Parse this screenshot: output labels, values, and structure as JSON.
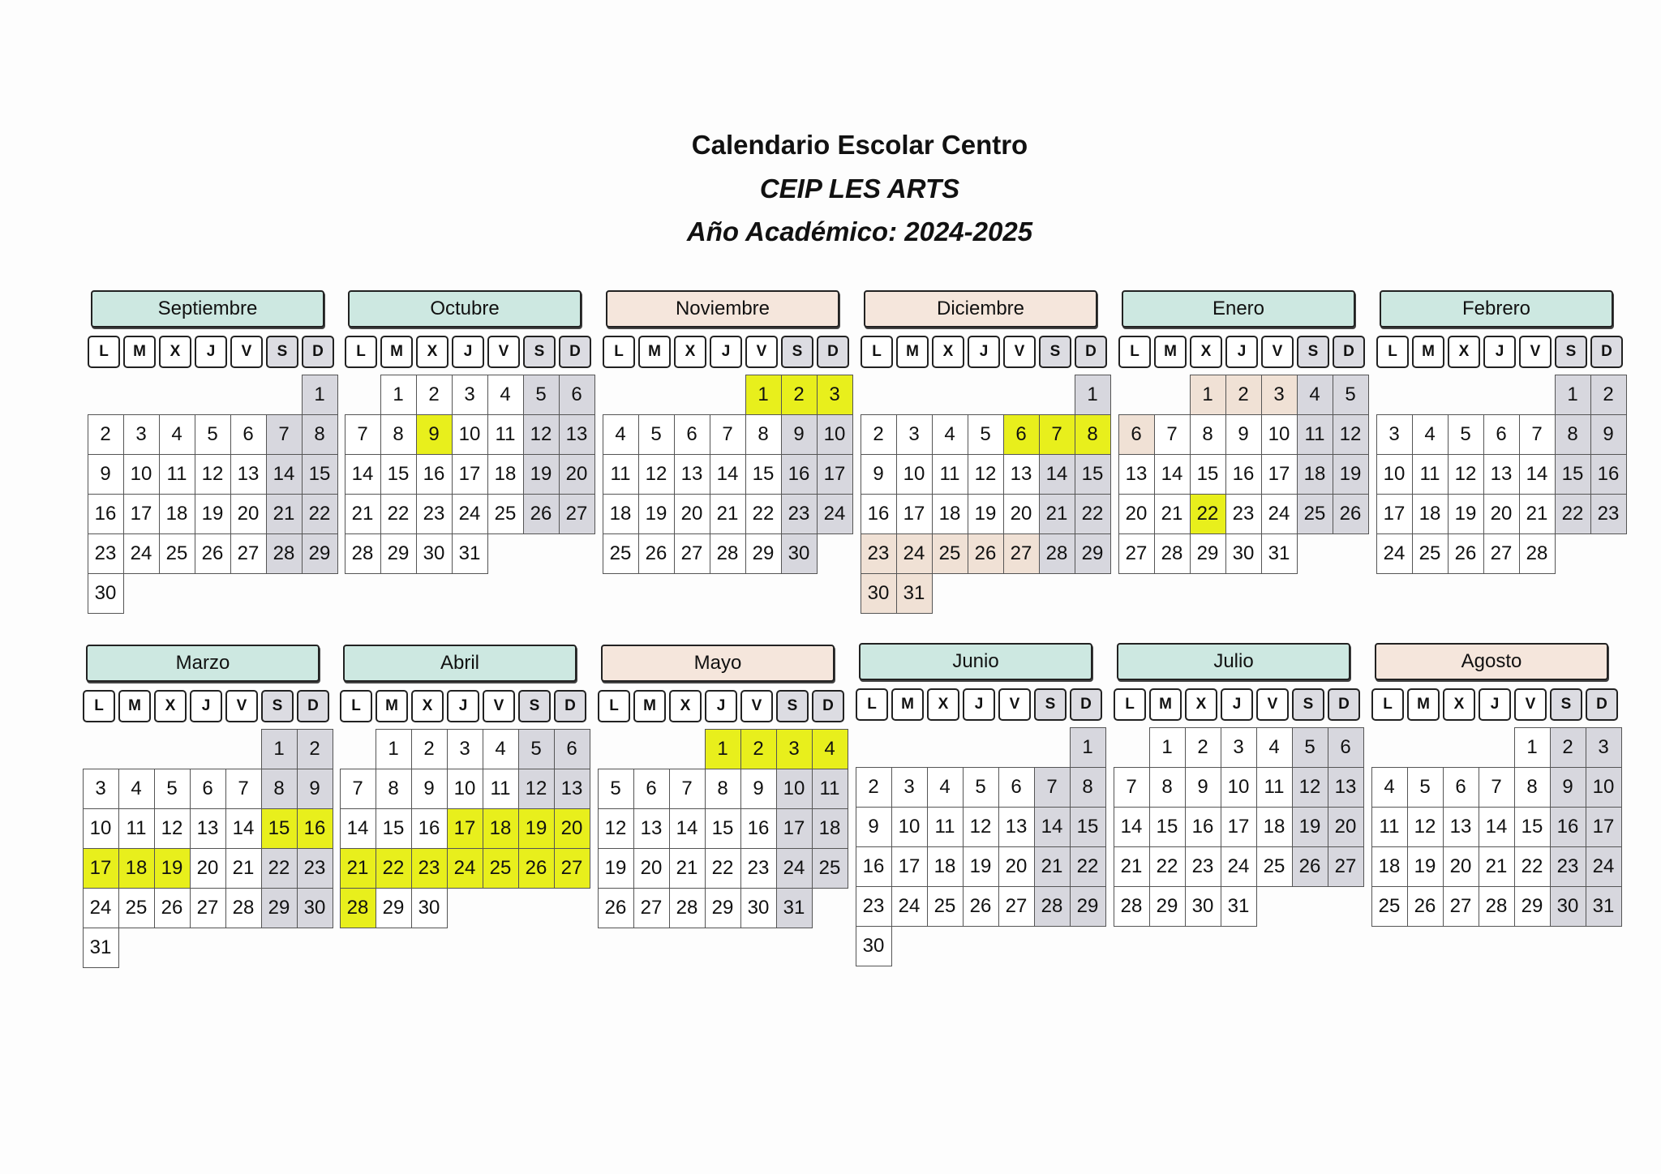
{
  "title": "Calendario Escolar Centro",
  "school": "CEIP LES ARTS",
  "year": "Año Académico: 2024-2025",
  "weekdays": [
    "L",
    "M",
    "X",
    "J",
    "V",
    "S",
    "D"
  ],
  "colors": {
    "teal": "#cde8e1",
    "peach": "#f5e6dc",
    "weekend": "#d7d7de",
    "holiday": "#e8ef1c",
    "vacation": "#f0e1d5"
  },
  "months": [
    {
      "name": "Septiembre",
      "header": "teal",
      "offset": 6,
      "days": 30,
      "holiday": [],
      "vacation": []
    },
    {
      "name": "Octubre",
      "header": "teal",
      "offset": 1,
      "days": 31,
      "holiday": [
        9
      ],
      "vacation": []
    },
    {
      "name": "Noviembre",
      "header": "peach",
      "offset": 4,
      "days": 30,
      "holiday": [
        1,
        2,
        3
      ],
      "vacation": []
    },
    {
      "name": "Diciembre",
      "header": "peach",
      "offset": 6,
      "days": 31,
      "holiday": [
        6,
        7,
        8
      ],
      "vacation": [
        23,
        24,
        25,
        26,
        27,
        30,
        31
      ]
    },
    {
      "name": "Enero",
      "header": "teal",
      "offset": 2,
      "days": 31,
      "holiday": [
        22
      ],
      "vacation": [
        1,
        2,
        3,
        6
      ]
    },
    {
      "name": "Febrero",
      "header": "teal",
      "offset": 5,
      "days": 28,
      "holiday": [],
      "vacation": []
    },
    {
      "name": "Marzo",
      "header": "teal",
      "offset": 5,
      "days": 31,
      "holiday": [
        15,
        16,
        17,
        18,
        19
      ],
      "vacation": []
    },
    {
      "name": "Abril",
      "header": "teal",
      "offset": 1,
      "days": 30,
      "holiday": [
        17,
        18,
        19,
        20,
        21,
        22,
        23,
        24,
        25,
        26,
        27,
        28
      ],
      "vacation": []
    },
    {
      "name": "Mayo",
      "header": "peach",
      "offset": 3,
      "days": 31,
      "holiday": [
        1,
        2,
        3,
        4
      ],
      "vacation": []
    },
    {
      "name": "Junio",
      "header": "teal",
      "offset": 6,
      "days": 30,
      "holiday": [],
      "vacation": []
    },
    {
      "name": "Julio",
      "header": "teal",
      "offset": 1,
      "days": 31,
      "holiday": [],
      "vacation": []
    },
    {
      "name": "Agosto",
      "header": "peach",
      "offset": 4,
      "days": 31,
      "holiday": [],
      "vacation": []
    }
  ]
}
